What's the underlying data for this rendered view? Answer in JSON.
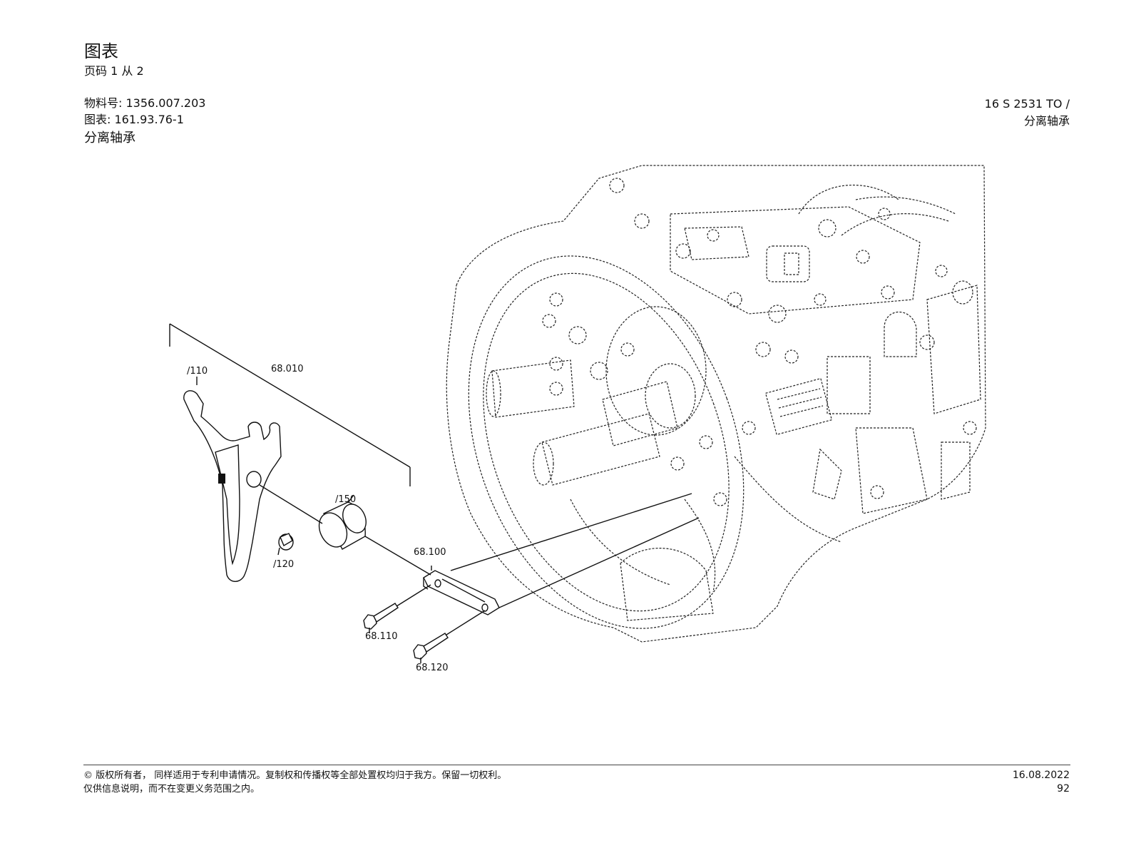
{
  "header": {
    "title": "图表",
    "page_info": "页码 1 从 2",
    "material_label": "物料号:",
    "material_number": "1356.007.203",
    "diagram_label": "图表:",
    "diagram_number": "161.93.76-1",
    "section_name": "分离轴承",
    "model": "16 S 2531 TO /",
    "model_section": "分离轴承"
  },
  "diagram": {
    "callouts": {
      "group": "68.010",
      "fork": "/110",
      "bushing": "/150",
      "plug": "/120",
      "shaft": "68.100",
      "bolt_1": "68.110",
      "bolt_2": "68.120"
    }
  },
  "footer": {
    "copyright": "© 版权所有者， 同样适用于专利申请情况。复制权和传播权等全部处置权均归于我方。保留一切权利。",
    "note": "仅供信息说明，而不在变更义务范围之内。",
    "date": "16.08.2022",
    "page_number": "92"
  }
}
